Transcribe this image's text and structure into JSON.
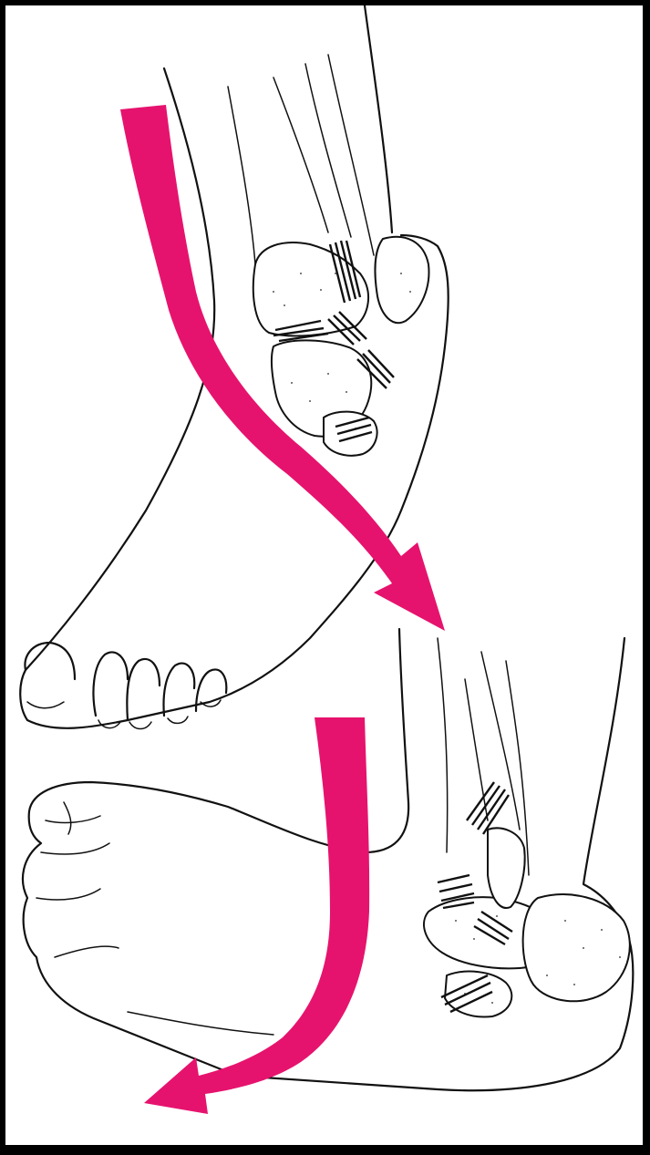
{
  "colors": {
    "background": "#000000",
    "paper": "#ffffff",
    "line": "#111111",
    "arrow": "#e6136e"
  },
  "figure": {
    "panels": [
      {
        "view": "upper",
        "arrow": "arrow-down-curving-right"
      },
      {
        "view": "lower",
        "arrow": "arrow-down-curving-left"
      }
    ]
  }
}
